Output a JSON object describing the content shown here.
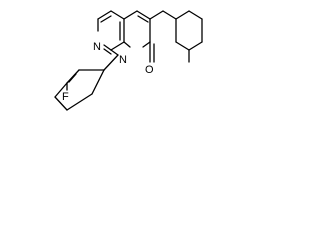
{
  "atoms": {
    "pyridine_nitrogen": "N",
    "ring_nitrogen": "N",
    "fluorine": "F",
    "carbonyl_oxygen": "O"
  }
}
